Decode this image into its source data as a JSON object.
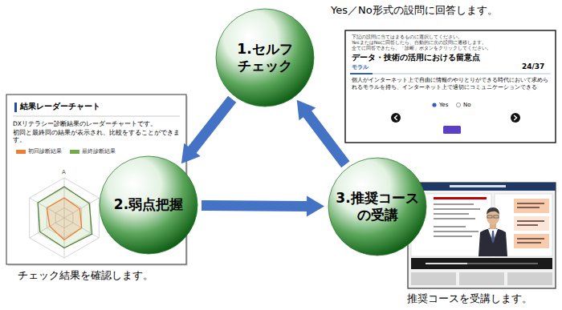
{
  "diagram": {
    "nodes": [
      {
        "text": [
          "1.セルフ チェック"
        ]
      },
      {
        "text": [
          "2.弱点把握"
        ]
      },
      {
        "text": [
          "3.推奨コース の受講"
        ]
      }
    ],
    "edges": [
      {
        "from": 0,
        "to": 1,
        "arrow": "to"
      },
      {
        "from": 1,
        "to": 2,
        "arrow": "to"
      },
      {
        "from": 2,
        "to": 0,
        "arrow": "to"
      }
    ],
    "labels": [
      "Yes／No形式の設問に回答します。",
      "チェック結果を確認します。",
      "推奨コースを受講します。",
      "下記の設問に当てはまるものに選択してください。",
      "YesまたはNoに回答したら、自動的に次の設問に遷移します。",
      "全てに回答できたら、「診断」ボタンをクリックしてください。",
      "データ・技術の活用における留意点",
      "モラル",
      "24/37",
      "個人がインターネット上で自由に情報のやりとりができる時代において求められるモラルを持ち、インターネット上で適切にコミュニケーションできる",
      "Yes",
      "No",
      "結果レーダーチャート",
      "DXリテラシー診断結果のレーダーチャートです。",
      "初回と最終回の結果が表示され、比較をすることができます。",
      "A"
    ],
    "legend": [
      {
        "text": "初回診断結果",
        "color": "#ed7d31"
      },
      {
        "text": "最終診断結果",
        "color": "#70ad47"
      }
    ]
  }
}
